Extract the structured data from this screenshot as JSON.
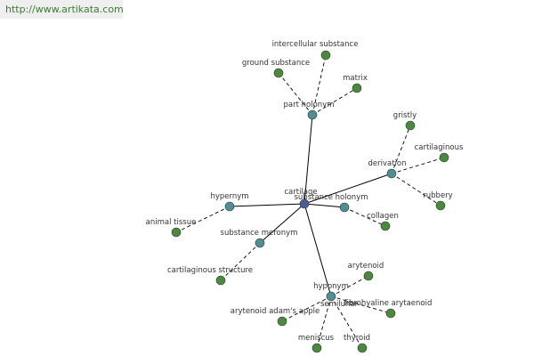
{
  "banner": {
    "url_text": "http://www.artikata.com"
  },
  "colors": {
    "center": "#4b5a9a",
    "relation": "#4f8e92",
    "word": "#4b8a3e",
    "edge": "#000000",
    "banner_text": "#3b7d2f"
  },
  "graph": {
    "center": {
      "id": "cartilage",
      "label": "cartilage"
    },
    "relations": [
      {
        "id": "part-holonym",
        "label": "part holonym"
      },
      {
        "id": "derivation",
        "label": "derivation"
      },
      {
        "id": "substance-holonym",
        "label": "substance holonym"
      },
      {
        "id": "hypernym",
        "label": "hypernym"
      },
      {
        "id": "substance-meronym",
        "label": "substance meronym"
      },
      {
        "id": "hyponym",
        "label": "hyponym"
      }
    ],
    "words": [
      {
        "id": "intercellular-substance",
        "label": "intercellular substance",
        "rel": "part-holonym"
      },
      {
        "id": "ground-substance",
        "label": "ground substance",
        "rel": "part-holonym"
      },
      {
        "id": "matrix",
        "label": "matrix",
        "rel": "part-holonym"
      },
      {
        "id": "gristly",
        "label": "gristly",
        "rel": "derivation"
      },
      {
        "id": "cartilaginous",
        "label": "cartilaginous",
        "rel": "derivation"
      },
      {
        "id": "rubbery",
        "label": "rubbery",
        "rel": "derivation"
      },
      {
        "id": "collagen",
        "label": "collagen",
        "rel": "substance-holonym"
      },
      {
        "id": "animal-tissue",
        "label": "animal tissue",
        "rel": "hypernym"
      },
      {
        "id": "cartilaginous-structure",
        "label": "cartilaginous structure",
        "rel": "substance-meronym"
      },
      {
        "id": "arytenoid",
        "label": "arytenoid",
        "rel": "hyponym"
      },
      {
        "id": "fibrohyaline-arytaenoid",
        "label": "fibrohyaline arytaenoid",
        "rel": "hyponym"
      },
      {
        "id": "arytenoid-adams-apple",
        "label": "arytenoid adam's apple",
        "rel": "hyponym"
      },
      {
        "id": "semilunar",
        "label": "semilunar",
        "rel": "hyponym"
      },
      {
        "id": "meniscus",
        "label": "meniscus",
        "rel": "hyponym"
      },
      {
        "id": "thyroid",
        "label": "thyroid",
        "rel": "hyponym"
      }
    ]
  }
}
